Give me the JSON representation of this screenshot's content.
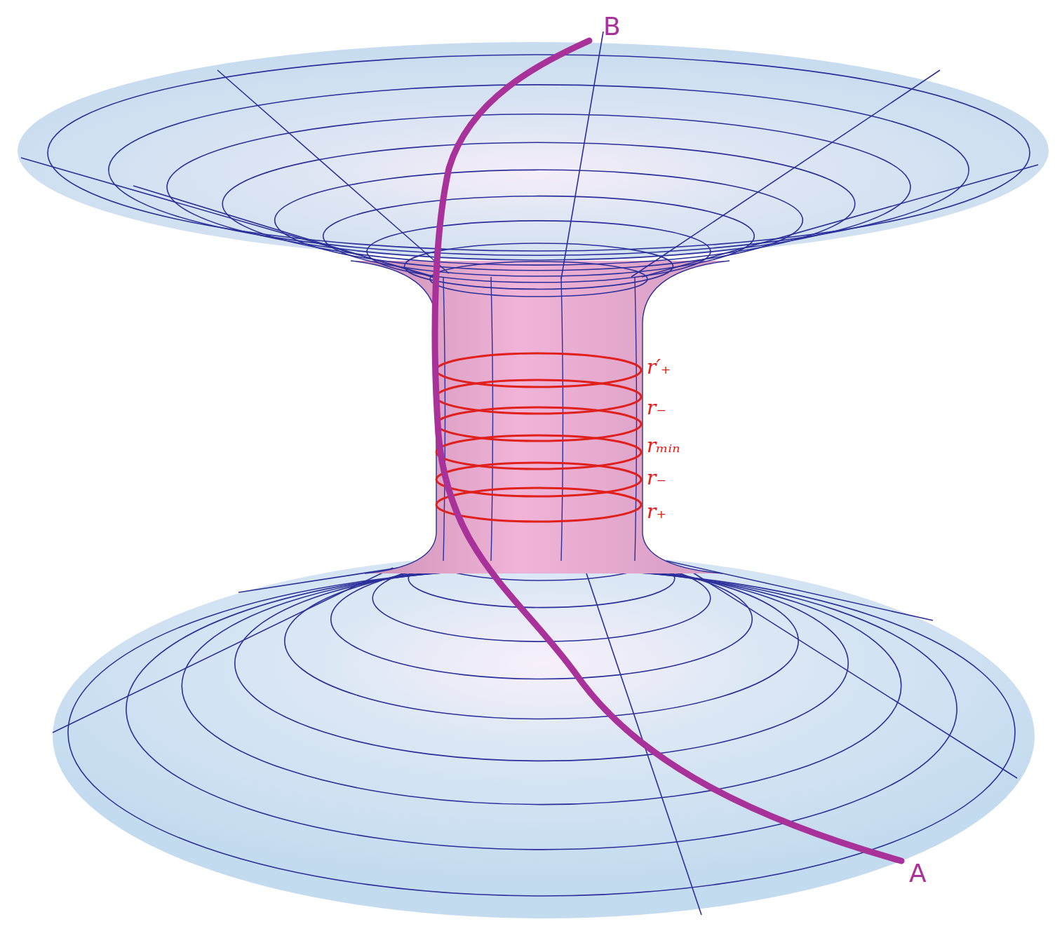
{
  "diagram": {
    "labels": [
      "B",
      "A",
      "r′₊",
      "r₋",
      "rₘᵢₙ",
      "r₋",
      "r₊"
    ]
  }
}
